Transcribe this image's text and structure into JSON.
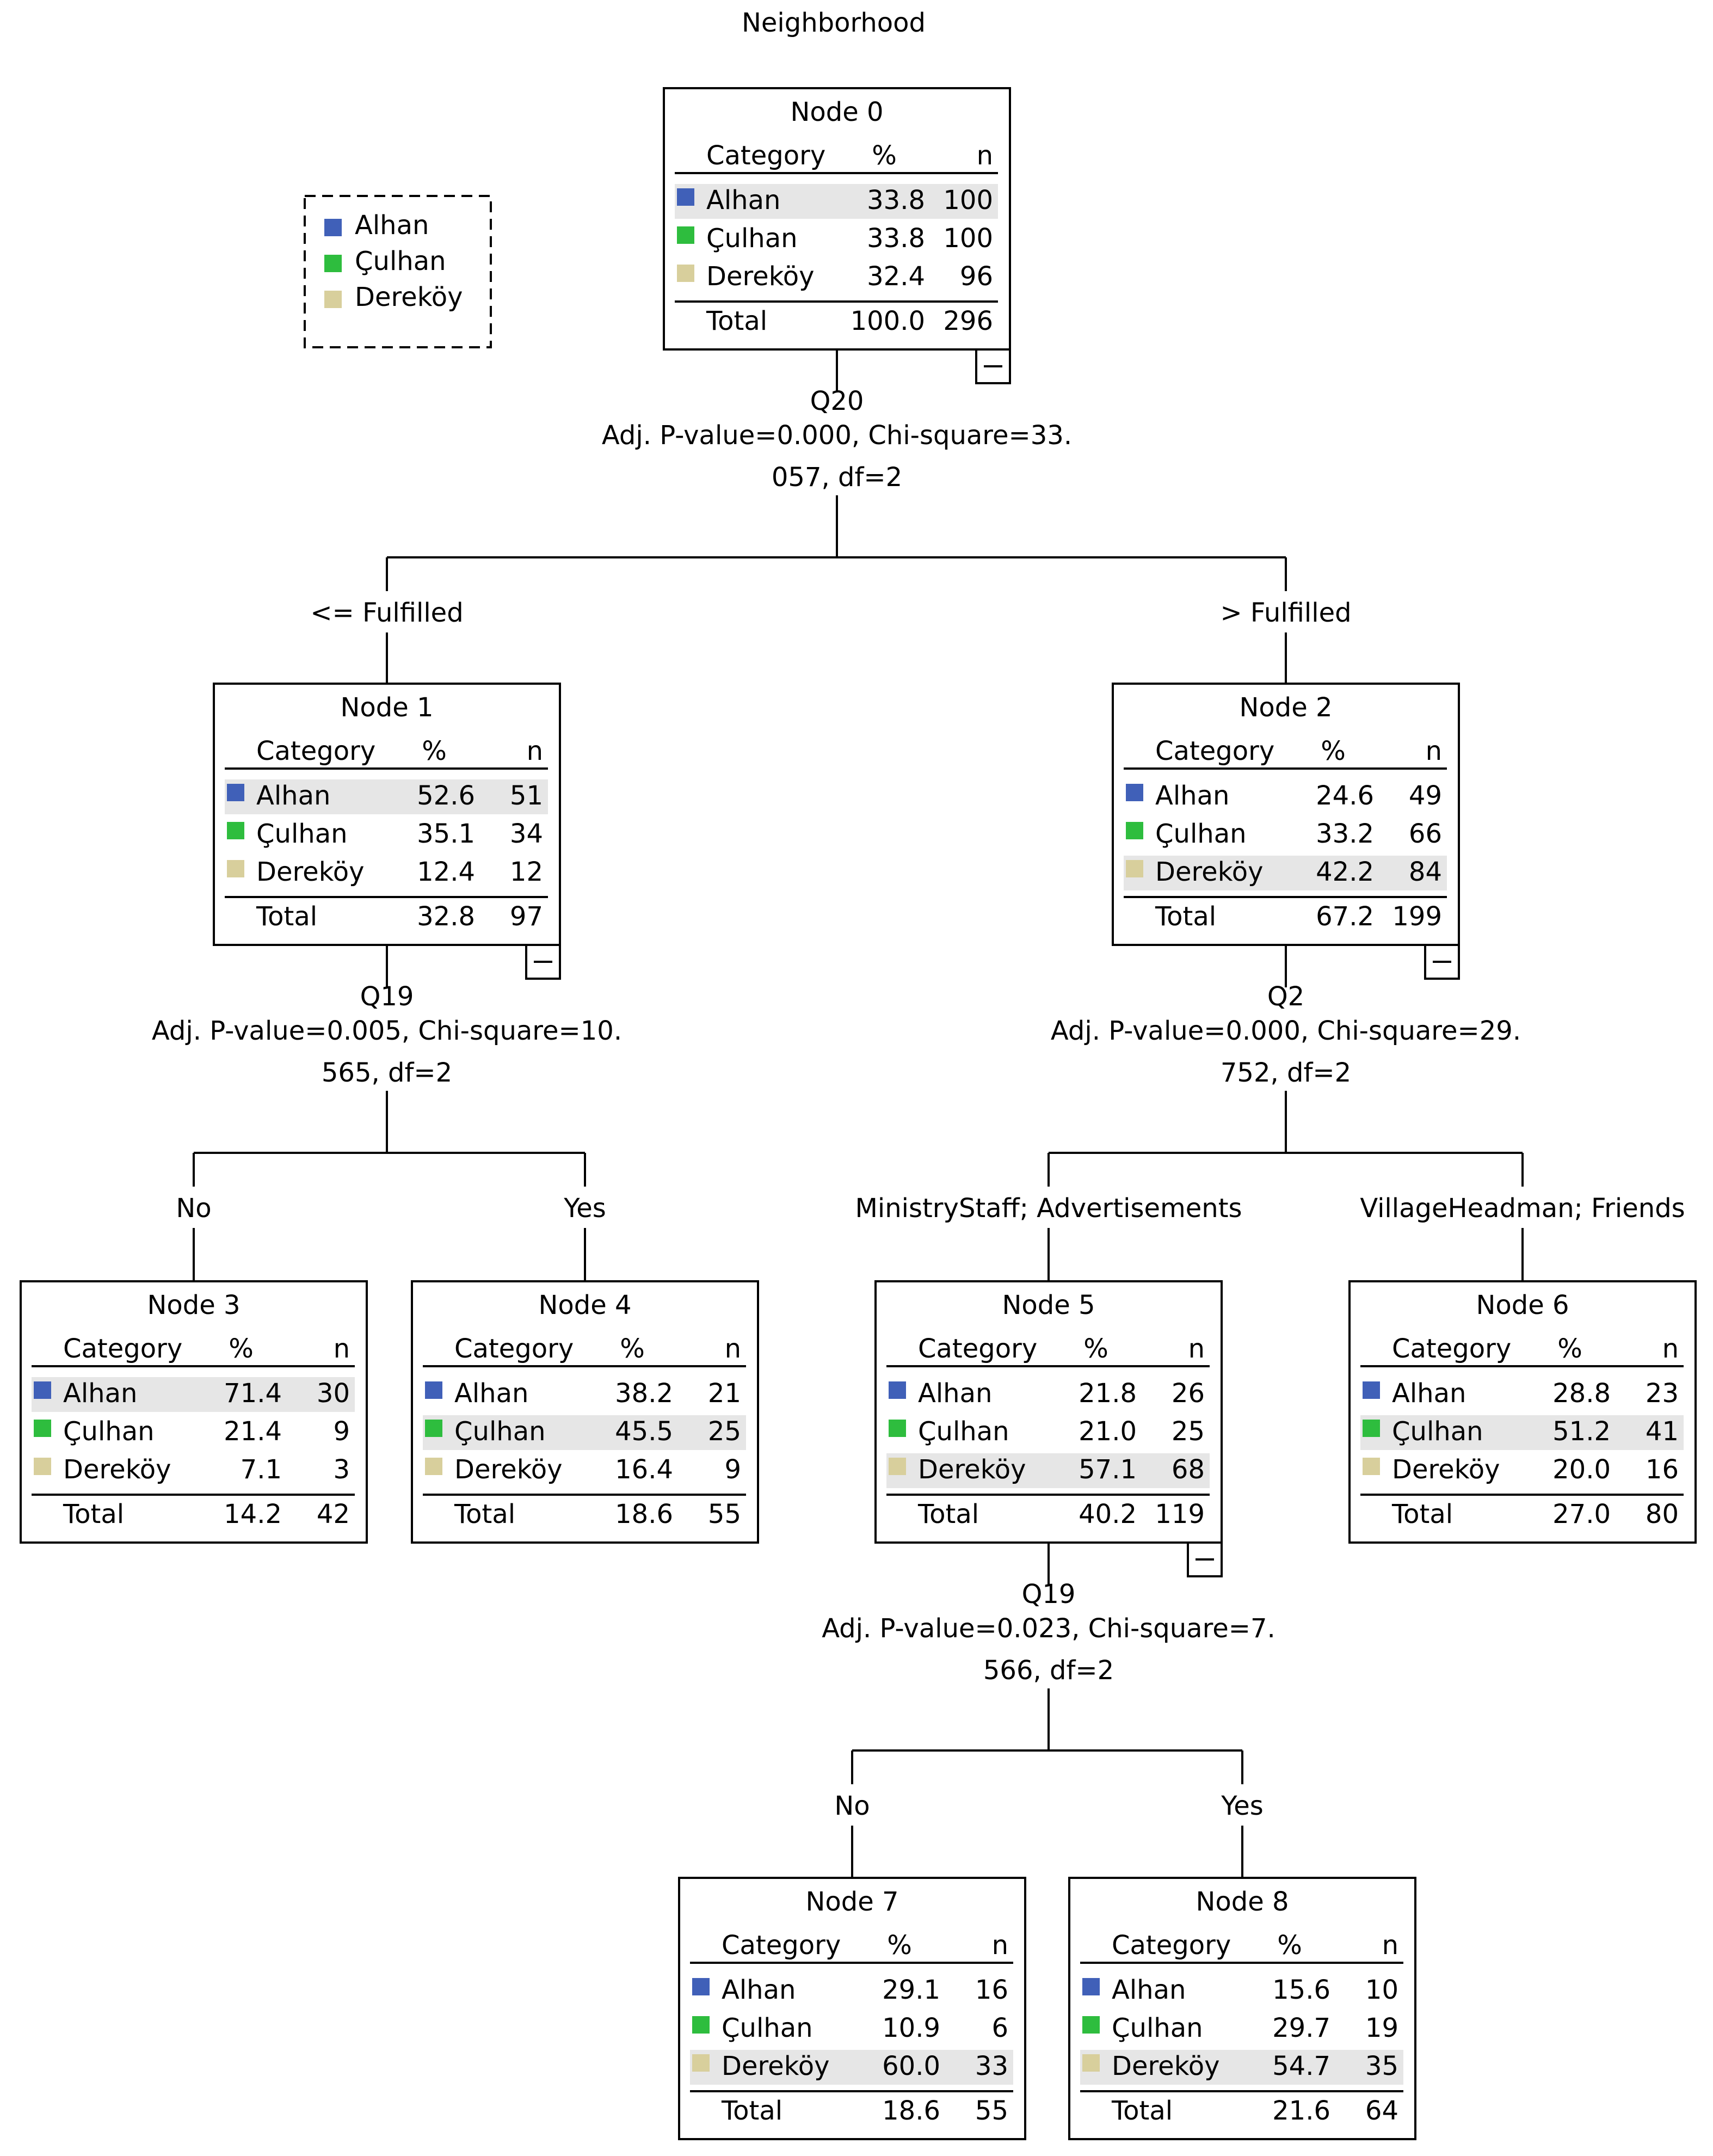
{
  "title": "Neighborhood",
  "legend": [
    "Alhan",
    "Çulhan",
    "Dereköy"
  ],
  "header": {
    "category": "Category",
    "pct": "%",
    "n": "n"
  },
  "total_label": "Total",
  "colors": {
    "Alhan": "#4060b8",
    "Çulhan": "#2ebd3e",
    "Dereköy": "#d8cf9c",
    "highlight": "#e6e6e6",
    "line": "#000000"
  },
  "nodes": [
    {
      "id": 0,
      "label": "Node 0",
      "rows": [
        [
          "Alhan",
          "33.8",
          "100"
        ],
        [
          "Çulhan",
          "33.8",
          "100"
        ],
        [
          "Dereköy",
          "32.4",
          "96"
        ]
      ],
      "total": [
        "100.0",
        "296"
      ],
      "highlight": 0,
      "collapse": true
    },
    {
      "id": 1,
      "label": "Node 1",
      "rows": [
        [
          "Alhan",
          "52.6",
          "51"
        ],
        [
          "Çulhan",
          "35.1",
          "34"
        ],
        [
          "Dereköy",
          "12.4",
          "12"
        ]
      ],
      "total": [
        "32.8",
        "97"
      ],
      "highlight": 0,
      "collapse": true
    },
    {
      "id": 2,
      "label": "Node 2",
      "rows": [
        [
          "Alhan",
          "24.6",
          "49"
        ],
        [
          "Çulhan",
          "33.2",
          "66"
        ],
        [
          "Dereköy",
          "42.2",
          "84"
        ]
      ],
      "total": [
        "67.2",
        "199"
      ],
      "highlight": 2,
      "collapse": true
    },
    {
      "id": 3,
      "label": "Node 3",
      "rows": [
        [
          "Alhan",
          "71.4",
          "30"
        ],
        [
          "Çulhan",
          "21.4",
          "9"
        ],
        [
          "Dereköy",
          "7.1",
          "3"
        ]
      ],
      "total": [
        "14.2",
        "42"
      ],
      "highlight": 0,
      "collapse": false
    },
    {
      "id": 4,
      "label": "Node 4",
      "rows": [
        [
          "Alhan",
          "38.2",
          "21"
        ],
        [
          "Çulhan",
          "45.5",
          "25"
        ],
        [
          "Dereköy",
          "16.4",
          "9"
        ]
      ],
      "total": [
        "18.6",
        "55"
      ],
      "highlight": 1,
      "collapse": false
    },
    {
      "id": 5,
      "label": "Node 5",
      "rows": [
        [
          "Alhan",
          "21.8",
          "26"
        ],
        [
          "Çulhan",
          "21.0",
          "25"
        ],
        [
          "Dereköy",
          "57.1",
          "68"
        ]
      ],
      "total": [
        "40.2",
        "119"
      ],
      "highlight": 2,
      "collapse": true
    },
    {
      "id": 6,
      "label": "Node 6",
      "rows": [
        [
          "Alhan",
          "28.8",
          "23"
        ],
        [
          "Çulhan",
          "51.2",
          "41"
        ],
        [
          "Dereköy",
          "20.0",
          "16"
        ]
      ],
      "total": [
        "27.0",
        "80"
      ],
      "highlight": 1,
      "collapse": false
    },
    {
      "id": 7,
      "label": "Node 7",
      "rows": [
        [
          "Alhan",
          "29.1",
          "16"
        ],
        [
          "Çulhan",
          "10.9",
          "6"
        ],
        [
          "Dereköy",
          "60.0",
          "33"
        ]
      ],
      "total": [
        "18.6",
        "55"
      ],
      "highlight": 2,
      "collapse": false
    },
    {
      "id": 8,
      "label": "Node 8",
      "rows": [
        [
          "Alhan",
          "15.6",
          "10"
        ],
        [
          "Çulhan",
          "29.7",
          "19"
        ],
        [
          "Dereköy",
          "54.7",
          "35"
        ]
      ],
      "total": [
        "21.6",
        "64"
      ],
      "highlight": 2,
      "collapse": false
    }
  ],
  "splits": [
    {
      "parent": 0,
      "lines": [
        "Q20",
        "Adj. P-value=0.000, Chi-square=33.",
        "057, df=2"
      ],
      "branches": [
        {
          "child": 1,
          "label": "<= Fulfilled"
        },
        {
          "child": 2,
          "label": "> Fulfilled"
        }
      ]
    },
    {
      "parent": 1,
      "lines": [
        "Q19",
        "Adj. P-value=0.005, Chi-square=10.",
        "565, df=2"
      ],
      "branches": [
        {
          "child": 3,
          "label": "No"
        },
        {
          "child": 4,
          "label": "Yes"
        }
      ]
    },
    {
      "parent": 2,
      "lines": [
        "Q2",
        "Adj. P-value=0.000, Chi-square=29.",
        "752, df=2"
      ],
      "branches": [
        {
          "child": 5,
          "label": "MinistryStaff; Advertisements"
        },
        {
          "child": 6,
          "label": "VillageHeadman; Friends"
        }
      ]
    },
    {
      "parent": 5,
      "lines": [
        "Q19",
        "Adj. P-value=0.023, Chi-square=7.",
        "566, df=2"
      ],
      "branches": [
        {
          "child": 7,
          "label": "No"
        },
        {
          "child": 8,
          "label": "Yes"
        }
      ]
    }
  ]
}
